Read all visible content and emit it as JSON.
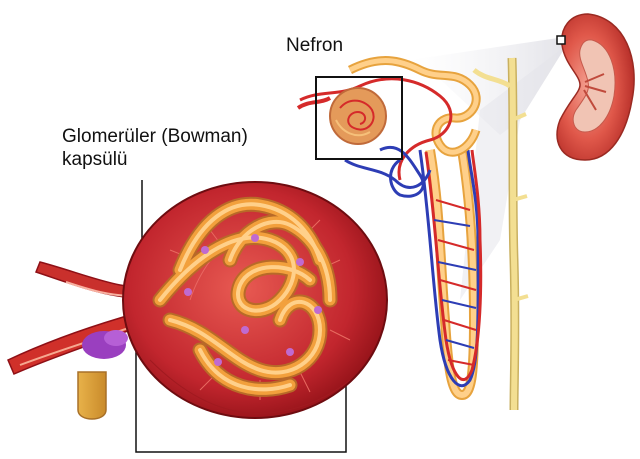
{
  "labels": {
    "nefron": "Nefron",
    "glomerul_line1": "Glomerüler (Bowman)",
    "glomerul_line2": "kapsülü"
  },
  "colors": {
    "capsule": "#c2262e",
    "capsule_dark": "#8e1016",
    "capillary": "#f2a03c",
    "capillary_light": "#ffd08a",
    "artery": "#d52a2a",
    "vein": "#2d3db5",
    "collecting_duct": "#f3df92",
    "kidney_cortex": "#e0584a",
    "outline": "#111111",
    "cone": "#e8e8ee"
  }
}
